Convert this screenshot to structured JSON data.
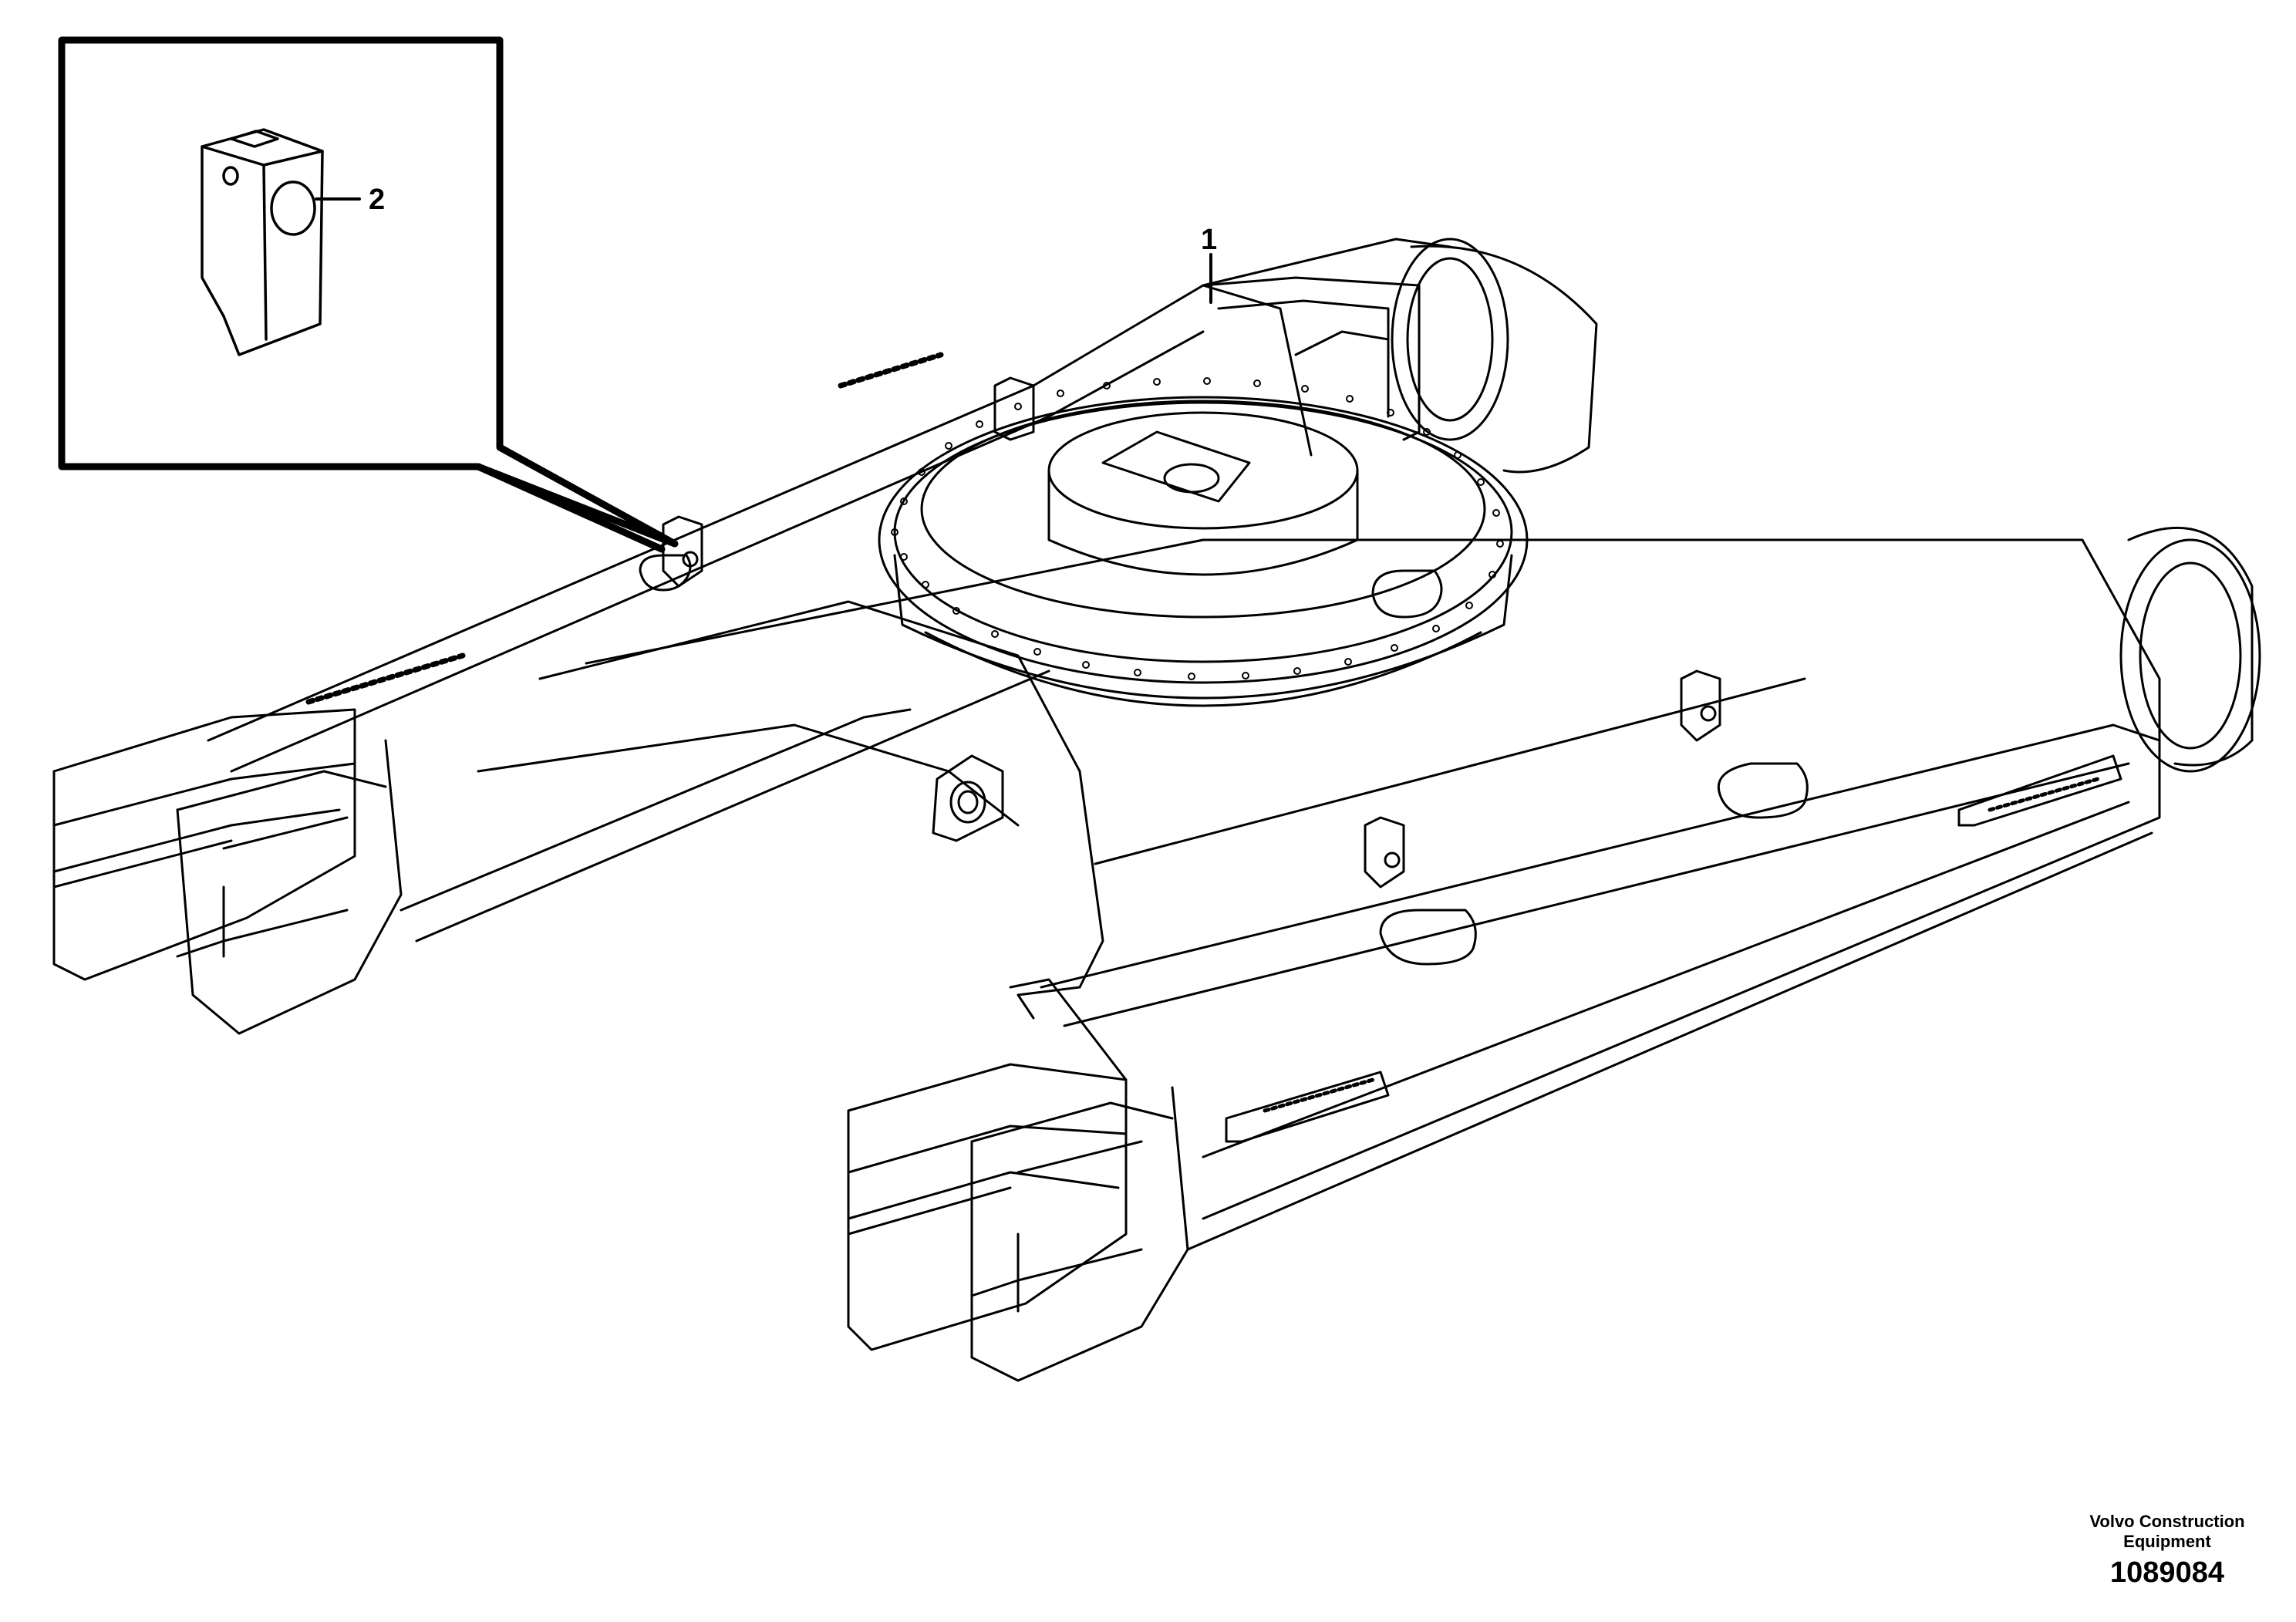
{
  "callouts": [
    {
      "id": "part-1",
      "label": "1"
    },
    {
      "id": "part-2",
      "label": "2"
    }
  ],
  "footer": {
    "company_line1": "Volvo Construction",
    "company_line2": "Equipment",
    "drawing_number": "1089084"
  },
  "colors": {
    "line": "#000000",
    "background": "#ffffff"
  }
}
